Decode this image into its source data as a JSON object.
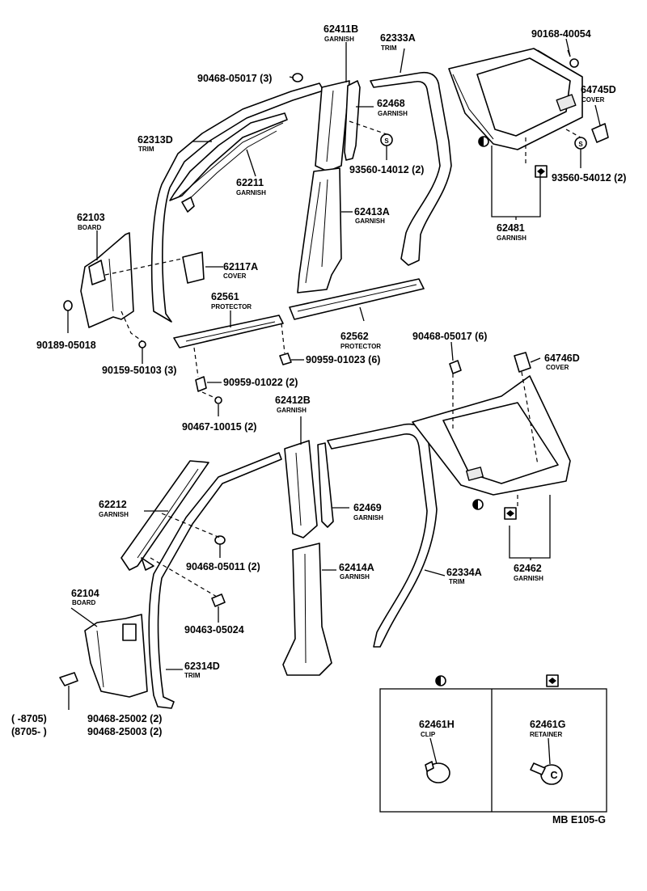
{
  "parts": {
    "p62411b": {
      "number": "62411B",
      "desc": "GARNISH"
    },
    "p62333a": {
      "number": "62333A",
      "desc": "TRIM"
    },
    "p90168": {
      "number": "90168-40054"
    },
    "p90468_05017_3": {
      "number": "90468-05017 (3)"
    },
    "p62468": {
      "number": "62468",
      "desc": "GARNISH"
    },
    "p64745d": {
      "number": "64745D",
      "desc": "COVER"
    },
    "p62313d": {
      "number": "62313D",
      "desc": "TRIM"
    },
    "p62211": {
      "number": "62211",
      "desc": "GARNISH"
    },
    "p93560_14012": {
      "number": "93560-14012 (2)"
    },
    "p93560_54012": {
      "number": "93560-54012 (2)"
    },
    "p62413a": {
      "number": "62413A",
      "desc": "GARNISH"
    },
    "p62103": {
      "number": "62103",
      "desc": "BOARD"
    },
    "p62481": {
      "number": "62481",
      "desc": "GARNISH"
    },
    "p62117a": {
      "number": "62117A",
      "desc": "COVER"
    },
    "p62561": {
      "number": "62561",
      "desc": "PROTECTOR"
    },
    "p62562": {
      "number": "62562",
      "desc": "PROTECTOR"
    },
    "p90189": {
      "number": "90189-05018"
    },
    "p90468_05017_6": {
      "number": "90468-05017 (6)"
    },
    "p64746d": {
      "number": "64746D",
      "desc": "COVER"
    },
    "p90159": {
      "number": "90159-50103 (3)"
    },
    "p90959_01023": {
      "number": "90959-01023 (6)"
    },
    "p90959_01022": {
      "number": "90959-01022 (2)"
    },
    "p90467": {
      "number": "90467-10015 (2)"
    },
    "p62412b": {
      "number": "62412B",
      "desc": "GARNISH"
    },
    "p62212": {
      "number": "62212",
      "desc": "GARNISH"
    },
    "p62469": {
      "number": "62469",
      "desc": "GARNISH"
    },
    "p90468_05011": {
      "number": "90468-05011 (2)"
    },
    "p62414a": {
      "number": "62414A",
      "desc": "GARNISH"
    },
    "p62462": {
      "number": "62462",
      "desc": "GARNISH"
    },
    "p62334a": {
      "number": "62334A",
      "desc": "TRIM"
    },
    "p62104": {
      "number": "62104",
      "desc": "BOARD"
    },
    "p90463": {
      "number": "90463-05024"
    },
    "p62314d": {
      "number": "62314D",
      "desc": "TRIM"
    }
  },
  "footnote": {
    "row1_range": "(     -8705)",
    "row1_part": "90468-25002 (2)",
    "row2_range": "(8705-      )",
    "row2_part": "90468-25003 (2)"
  },
  "detail_box": {
    "clip_number": "62461H",
    "clip_desc": "CLIP",
    "retainer_number": "62461G",
    "retainer_desc": "RETAINER"
  },
  "diagram_code": "MB E105-G",
  "symbols": {
    "half_circle": "half-filled-circle",
    "diamond_box": "diamond-in-square",
    "s_circle": "S"
  }
}
